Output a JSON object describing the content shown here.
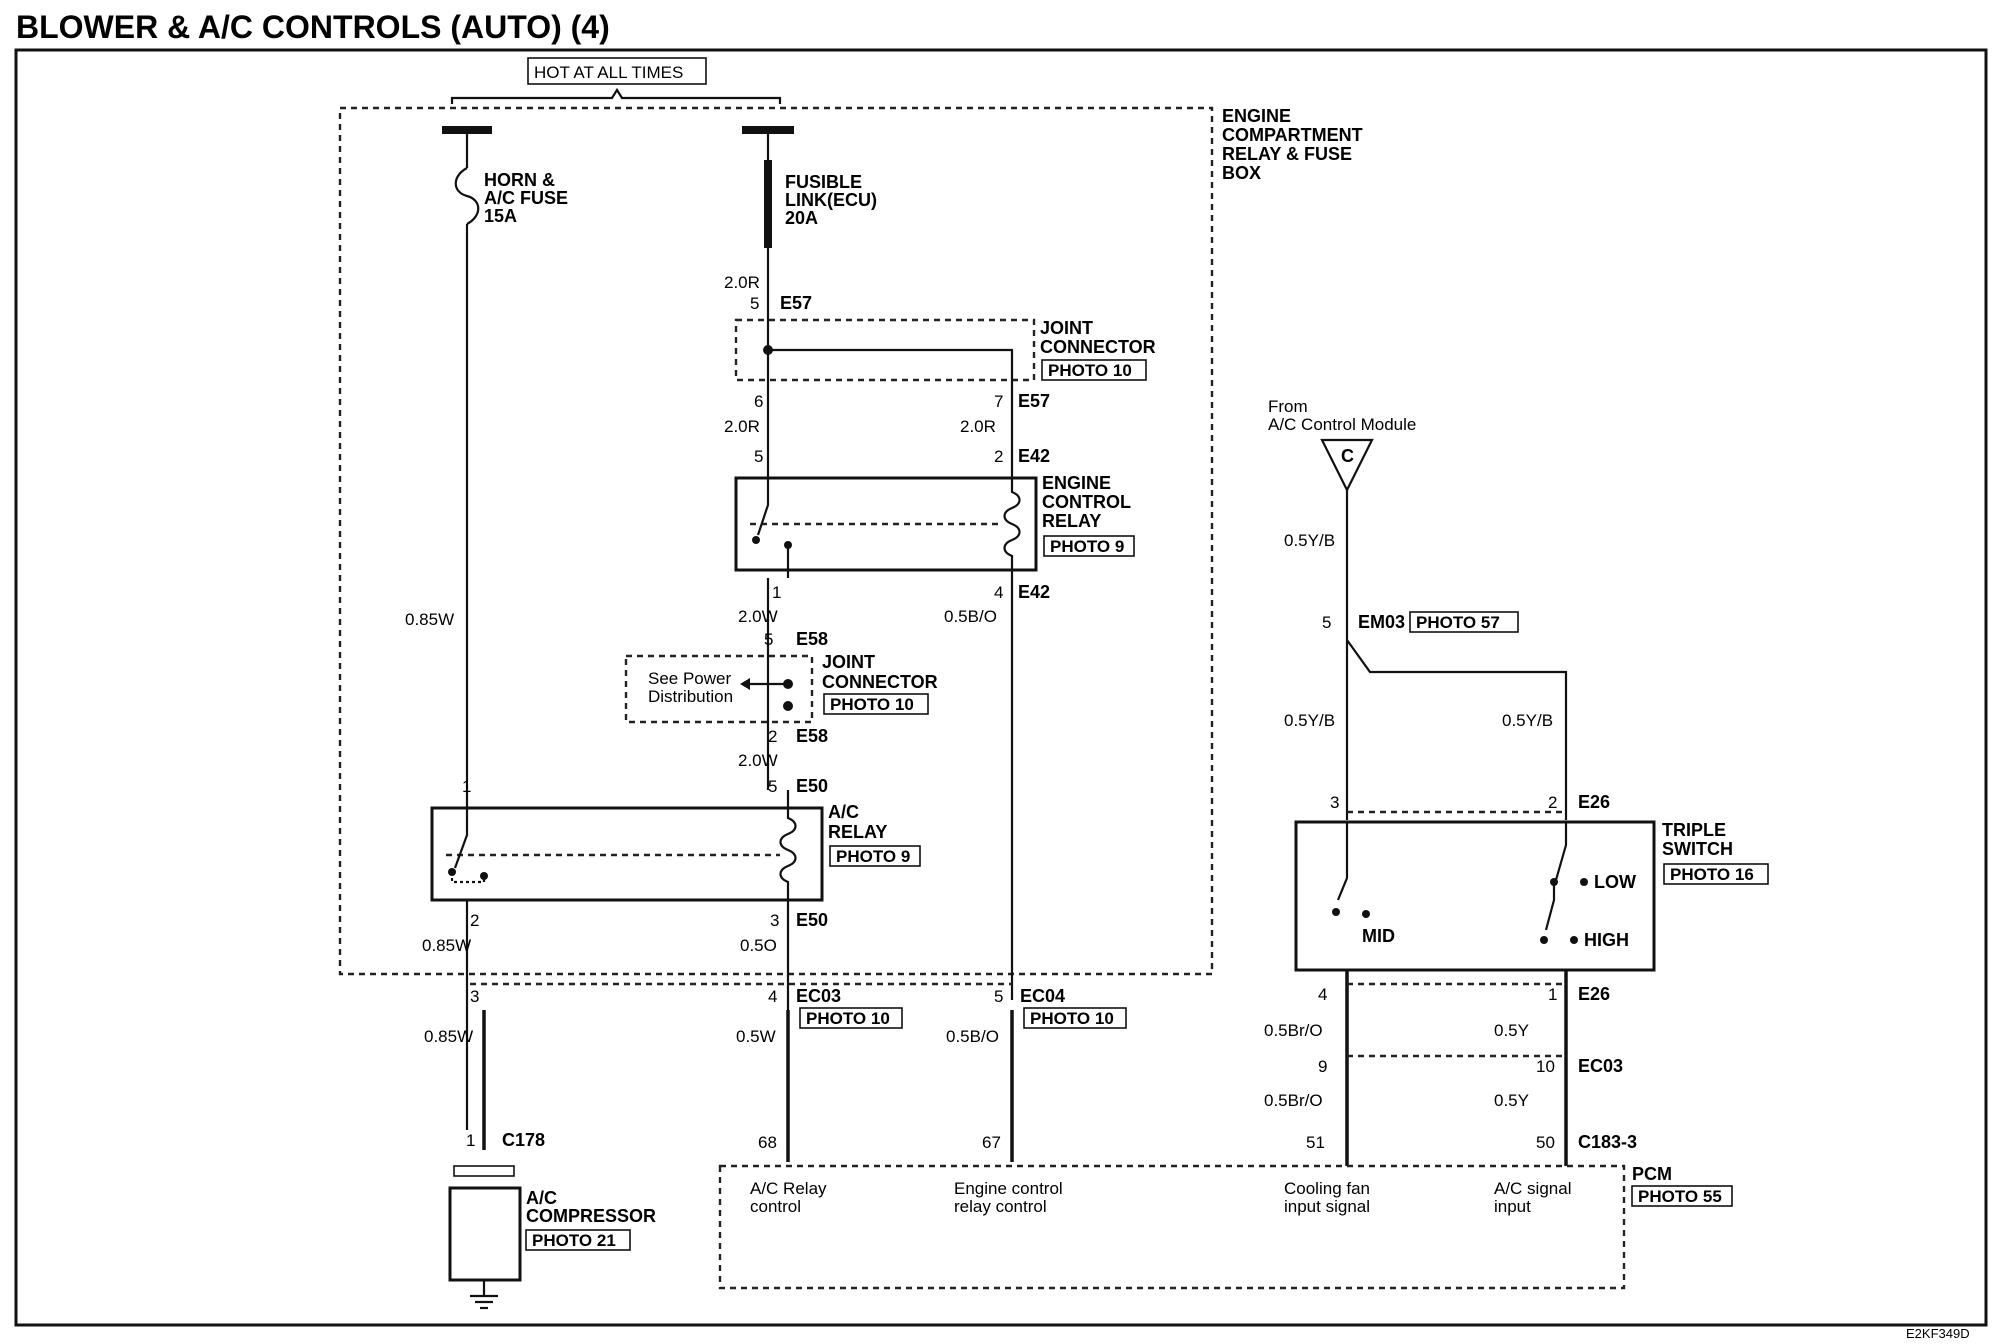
{
  "title": "BLOWER & A/C CONTROLS (AUTO) (4)",
  "footer_ref": "E2KF349D",
  "boxes": {
    "engine_box": [
      "ENGINE",
      "COMPARTMENT",
      "RELAY & FUSE",
      "BOX"
    ],
    "hot_label": "HOT AT ALL TIMES",
    "pcm": "PCM",
    "pcm_photo": "PHOTO 55"
  },
  "components": {
    "horn_fuse": [
      "HORN &",
      "A/C FUSE",
      "15A"
    ],
    "fusible_link": [
      "FUSIBLE",
      "LINK(ECU)",
      "20A"
    ],
    "joint_connector_1": [
      "JOINT",
      "CONNECTOR"
    ],
    "joint_connector_1_photo": "PHOTO 10",
    "engine_control_relay": [
      "ENGINE",
      "CONTROL",
      "RELAY"
    ],
    "engine_control_relay_photo": "PHOTO 9",
    "joint_connector_2": [
      "JOINT",
      "CONNECTOR"
    ],
    "joint_connector_2_photo": "PHOTO 10",
    "see_power": [
      "See Power",
      "Distribution"
    ],
    "ac_relay": [
      "A/C",
      "RELAY"
    ],
    "ac_relay_photo": "PHOTO 9",
    "ac_compressor": [
      "A/C",
      "COMPRESSOR"
    ],
    "ac_compressor_photo": "PHOTO 21",
    "from_module": [
      "From",
      "A/C Control Module"
    ],
    "c_marker": "C",
    "triple_switch": [
      "TRIPLE",
      "SWITCH"
    ],
    "triple_switch_photo": "PHOTO 16",
    "mid": "MID",
    "low": "LOW",
    "high": "HIGH"
  },
  "pcm_inputs": [
    [
      "A/C Relay",
      "control"
    ],
    [
      "Engine control",
      "relay control"
    ],
    [
      "Cooling fan",
      "input signal"
    ],
    [
      "A/C signal",
      "input"
    ]
  ],
  "wire_labels": {
    "w085_a": "0.85W",
    "w085_b": "0.85W",
    "w085_c": "0.85W",
    "r20_a": "2.0R",
    "r20_b": "2.0R",
    "r20_c": "2.0R",
    "w20_a": "2.0W",
    "w20_b": "2.0W",
    "o05": "0.5O",
    "w05": "0.5W",
    "bo05_a": "0.5B/O",
    "bo05_b": "0.5B/O",
    "yb05_a": "0.5Y/B",
    "yb05_b": "0.5Y/B",
    "yb05_c": "0.5Y/B",
    "bro05_a": "0.5Br/O",
    "bro05_b": "0.5Br/O",
    "y05_a": "0.5Y",
    "y05_b": "0.5Y"
  },
  "connectors": {
    "e57_top": "E57",
    "e57_bot": "E57",
    "e42_top": "E42",
    "e42_bot": "E42",
    "e58_top": "E58",
    "e58_bot": "E58",
    "e50_top": "E50",
    "e50_bot": "E50",
    "ec03": "EC03",
    "ec03_photo": "PHOTO 10",
    "ec04": "EC04",
    "ec04_photo": "PHOTO 10",
    "c178": "C178",
    "em03": "EM03",
    "em03_photo": "PHOTO 57",
    "e26_top": "E26",
    "e26_bot": "E26",
    "ec03_r": "EC03",
    "c183": "C183-3"
  },
  "pins": {
    "p5_e57": "5",
    "p6": "6",
    "p7": "7",
    "p5_e42": "5",
    "p2_e42": "2",
    "p1_e42": "1",
    "p4_e42": "4",
    "p5_e58": "5",
    "p2_e58": "2",
    "p1_e50": "1",
    "p5_e50": "5",
    "p2_e50": "2",
    "p3_e50": "3",
    "p3_ec": "3",
    "p4_ec": "4",
    "p5_ec": "5",
    "p1_c178": "1",
    "p68": "68",
    "p67": "67",
    "p5_em": "5",
    "p3_e26": "3",
    "p2_e26": "2",
    "p4_e26": "4",
    "p1_e26": "1",
    "p9": "9",
    "p10": "10",
    "p51": "51",
    "p50": "50"
  }
}
